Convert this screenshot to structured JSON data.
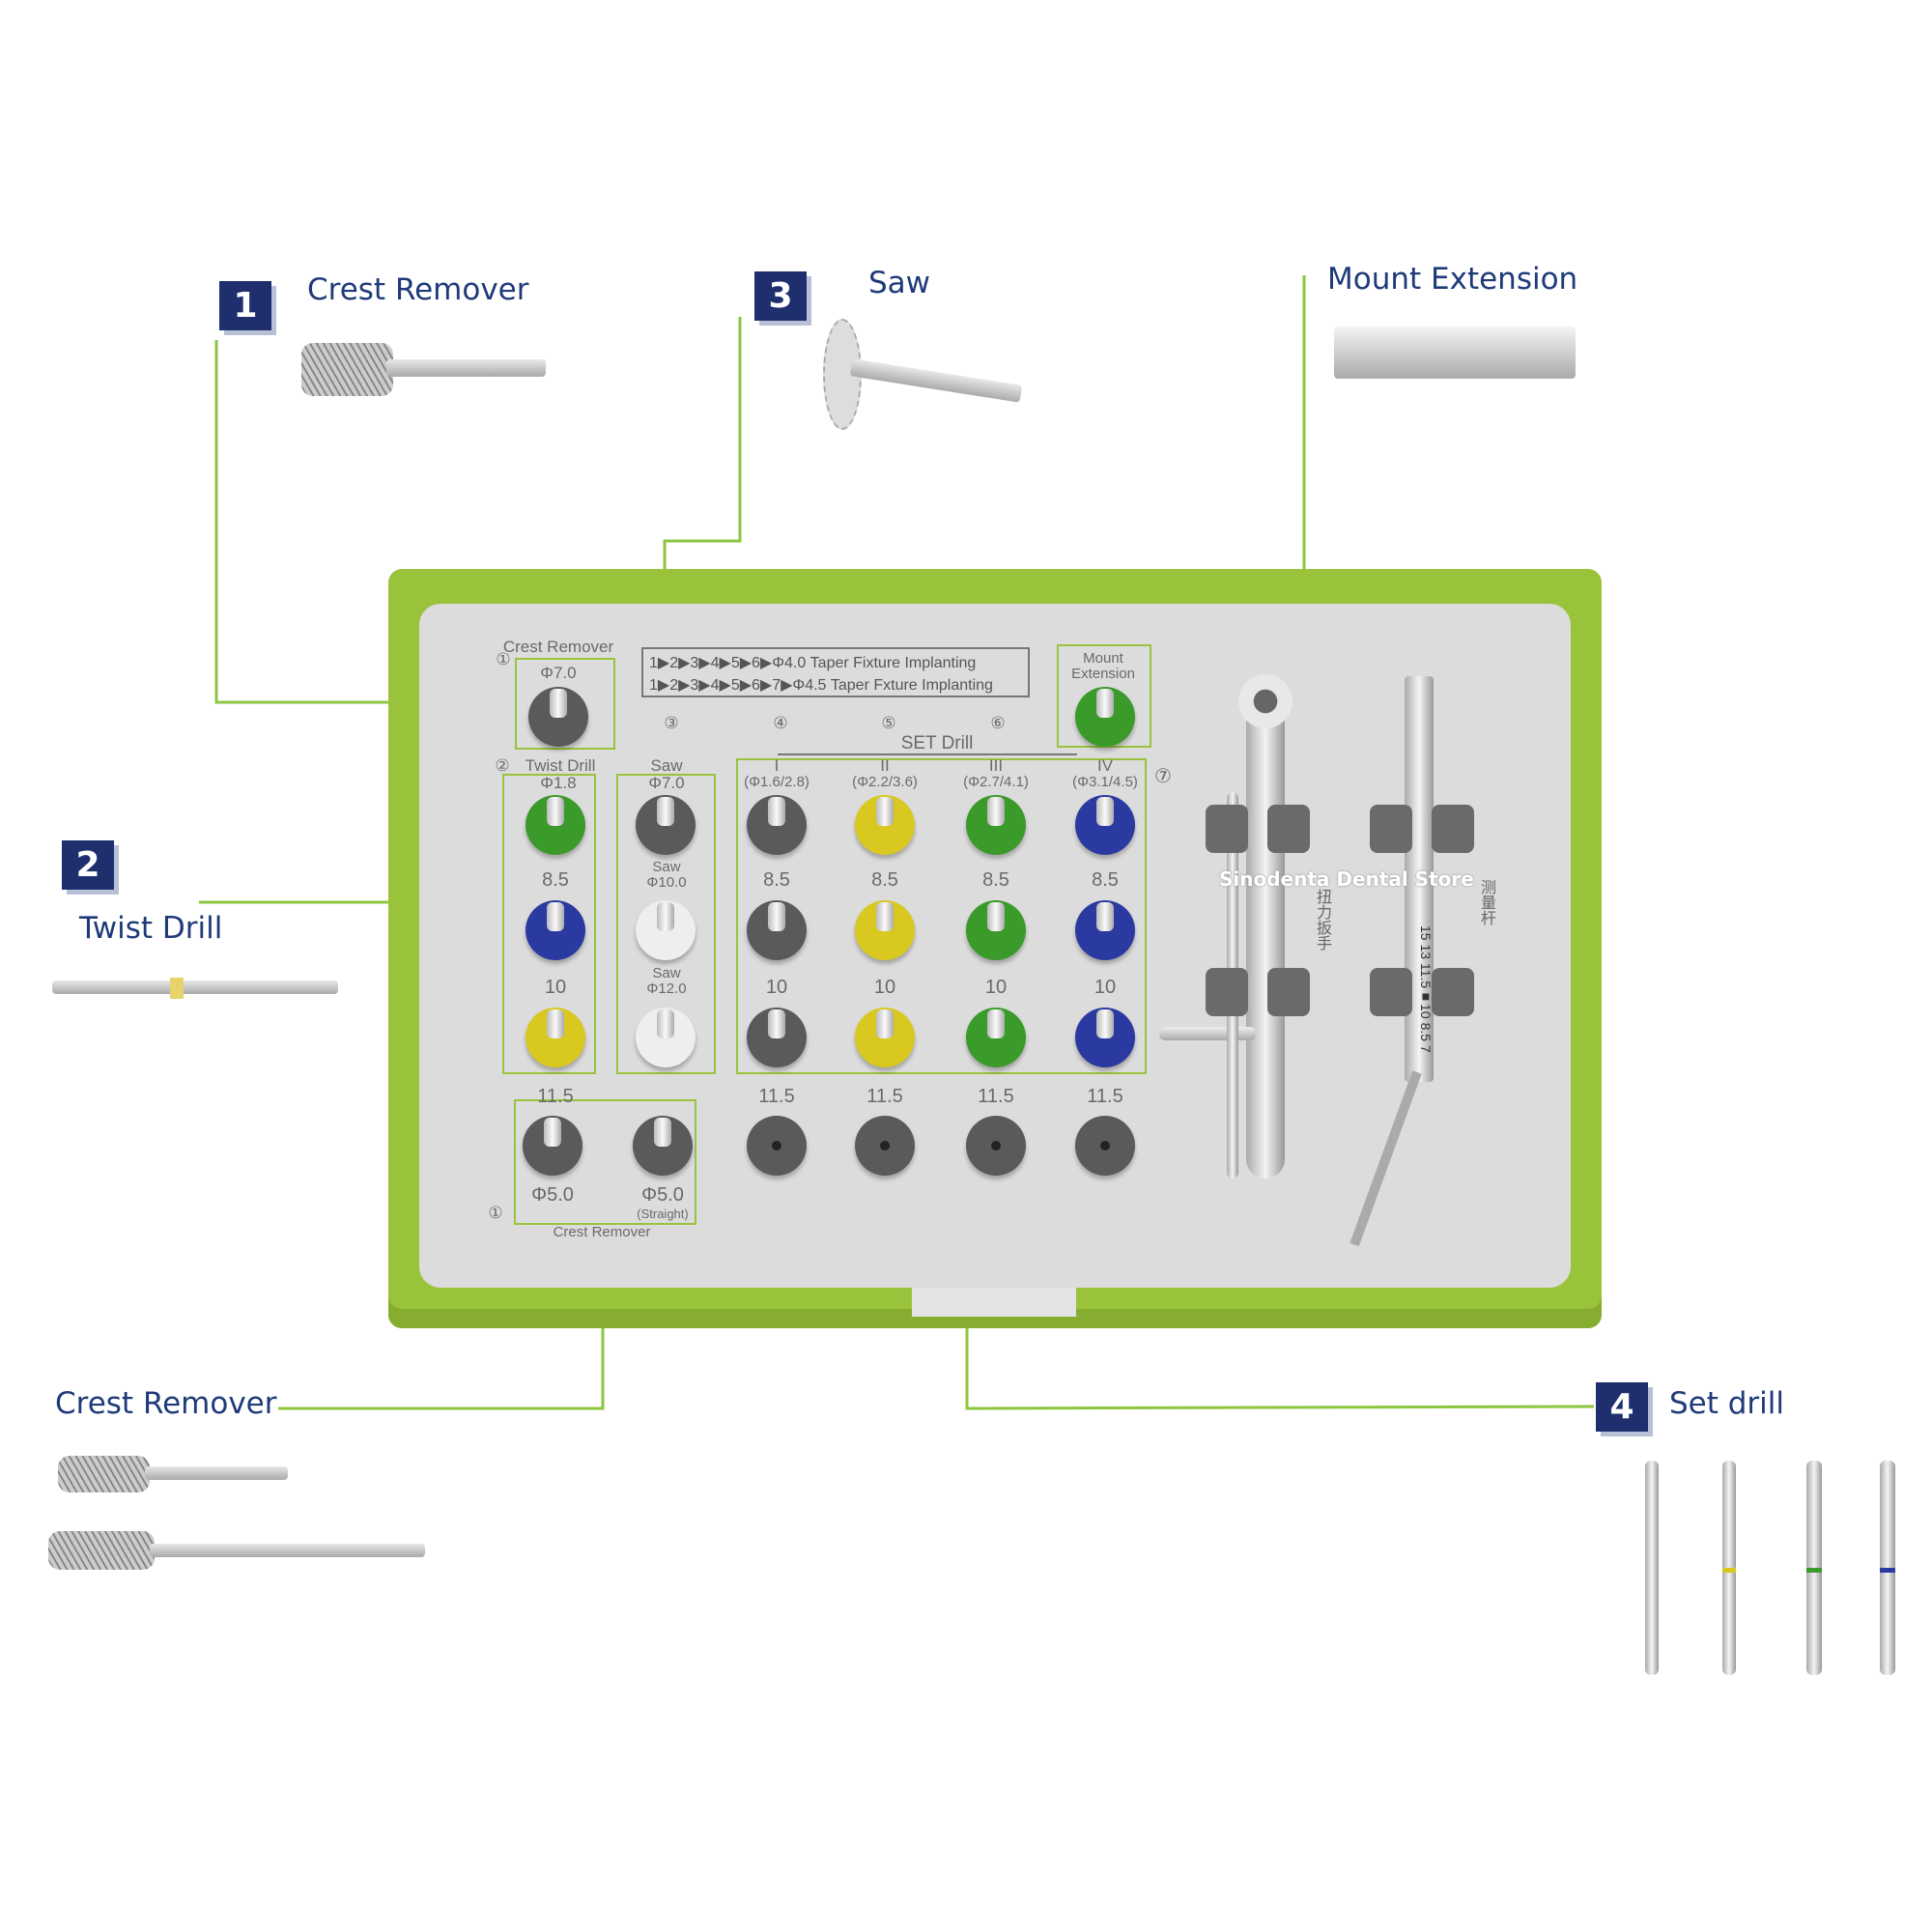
{
  "callouts": {
    "c1": {
      "number": "1",
      "title": "Crest Remover"
    },
    "c2": {
      "number": "2",
      "title": "Twist Drill"
    },
    "c3": {
      "number": "3",
      "title": "Saw"
    },
    "c_mount": {
      "title": "Mount Extension"
    },
    "c_crest_bottom": {
      "title": "Crest Remover"
    },
    "c4": {
      "number": "4",
      "title": "Set drill"
    }
  },
  "tray": {
    "protocol": [
      "1▶2▶3▶4▶5▶6▶Φ4.0 Taper Fixture Implanting",
      "1▶2▶3▶4▶5▶6▶7▶Φ4.5 Taper Fxture Implanting"
    ],
    "crest_top": {
      "num": "①",
      "label": "Crest Remover",
      "size": "Φ7.0"
    },
    "mount": {
      "label": "Mount Extension"
    },
    "twist": {
      "num": "②",
      "label": "Twist Drill",
      "size": "Φ1.8"
    },
    "saw": {
      "num": "③",
      "label": "Saw",
      "size": "Φ7.0",
      "label2": "Saw",
      "size2": "Φ10.0",
      "label3": "Saw",
      "size3": "Φ12.0"
    },
    "set_nums": [
      "④",
      "⑤",
      "⑥"
    ],
    "set_title": "SET   Drill",
    "seven": "⑦",
    "set_cols": [
      {
        "roman": "I",
        "range": "(Φ1.6/2.8)"
      },
      {
        "roman": "II",
        "range": "(Φ2.2/3.6)"
      },
      {
        "roman": "III",
        "range": "(Φ2.7/4.1)"
      },
      {
        "roman": "IV",
        "range": "(Φ3.1/4.5)"
      }
    ],
    "lengths": [
      "8.5",
      "10",
      "11.5"
    ],
    "well_colors": {
      "twist": [
        "#3a9a2a",
        "#2a3aa0",
        "#d8c820"
      ],
      "set": [
        "#5a5a5a",
        "#d8c820",
        "#3a9a2a",
        "#2a3aa0"
      ]
    },
    "bottom": {
      "num": "①",
      "sizes": [
        "Φ5.0",
        "Φ5.0"
      ],
      "note": "(Straight)",
      "label": "Crest Remover"
    },
    "wrench_label": "扭力扳手",
    "gauge_label": "测量杆",
    "gauge_marks": "15 13 11.5■10 8.5 7",
    "watermark": "Sinodenta Dental Store"
  }
}
